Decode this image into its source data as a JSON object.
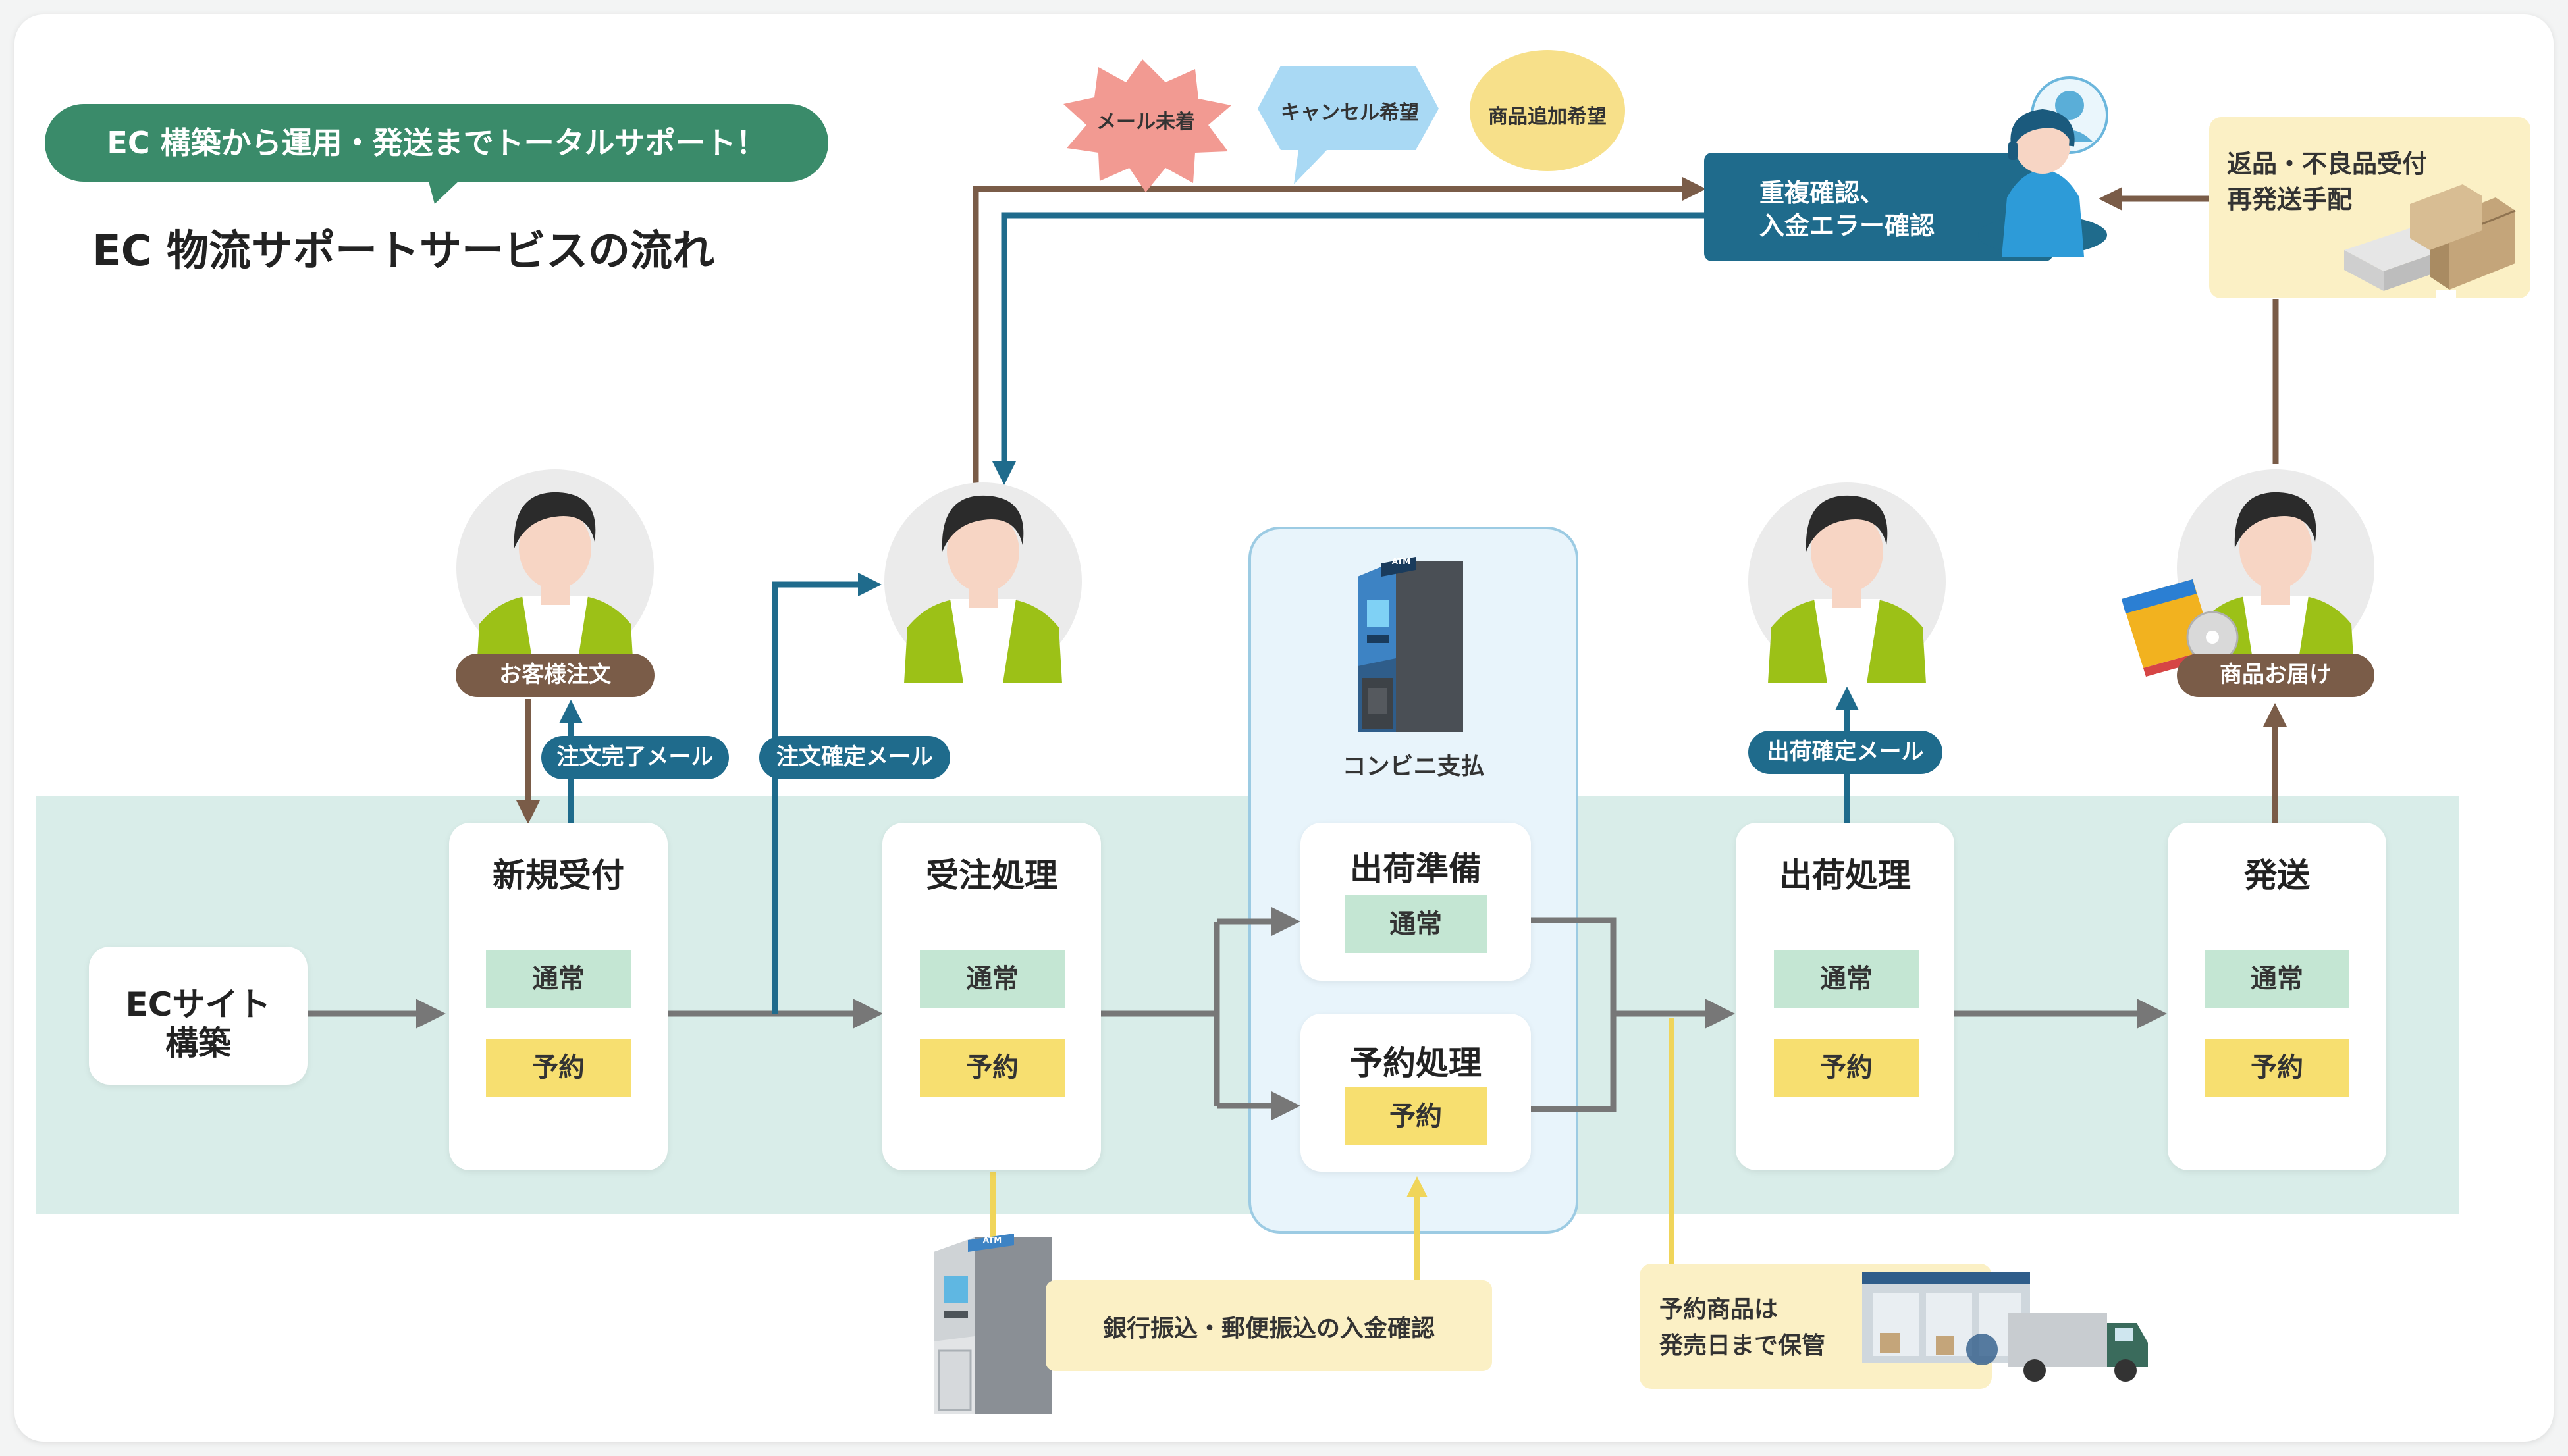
{
  "header": {
    "banner": "EC 構築から運用・発送までトータルサポート！",
    "title": "EC 物流サポートサービスの流れ"
  },
  "bubbles": {
    "mail": "メール未着",
    "cancel": "キャンセル希望",
    "add": "商品追加希望"
  },
  "callcenter": {
    "line1": "重複確認、",
    "line2": "入金エラー確認"
  },
  "returns": {
    "line1": "返品・不良品受付",
    "line2": "再発送手配"
  },
  "steps": {
    "ec_site": {
      "line1": "ECサイト",
      "line2": "構築"
    },
    "new_order": "新規受付",
    "order_processing": "受注処理",
    "shipping_prep": "出荷準備",
    "reservation_processing": "予約処理",
    "shipping_processing": "出荷処理",
    "dispatch": "発送"
  },
  "tags": {
    "normal": "通常",
    "reserve": "予約"
  },
  "labels": {
    "customer_order": "お客様注文",
    "order_complete_mail": "注文完了メール",
    "order_confirm_mail": "注文確定メール",
    "convenience_payment": "コンビニ支払",
    "shipping_confirm_mail": "出荷確定メール",
    "delivery": "商品お届け",
    "bank_transfer": "銀行振込・郵便振込の入金確認",
    "reserved_goods_line1": "予約商品は",
    "reserved_goods_line2": "発売日まで保管",
    "atm_sign": "ATM"
  },
  "colors": {
    "brown": "#7a5c48",
    "blue": "#1f6b8c",
    "gray_arrow": "#777777",
    "yellow_line": "#f0d55a",
    "band": "#d9ede9",
    "normal_tag": "#c4e6d3",
    "reserve_tag": "#f7df70",
    "green": "#3a8b6a"
  }
}
